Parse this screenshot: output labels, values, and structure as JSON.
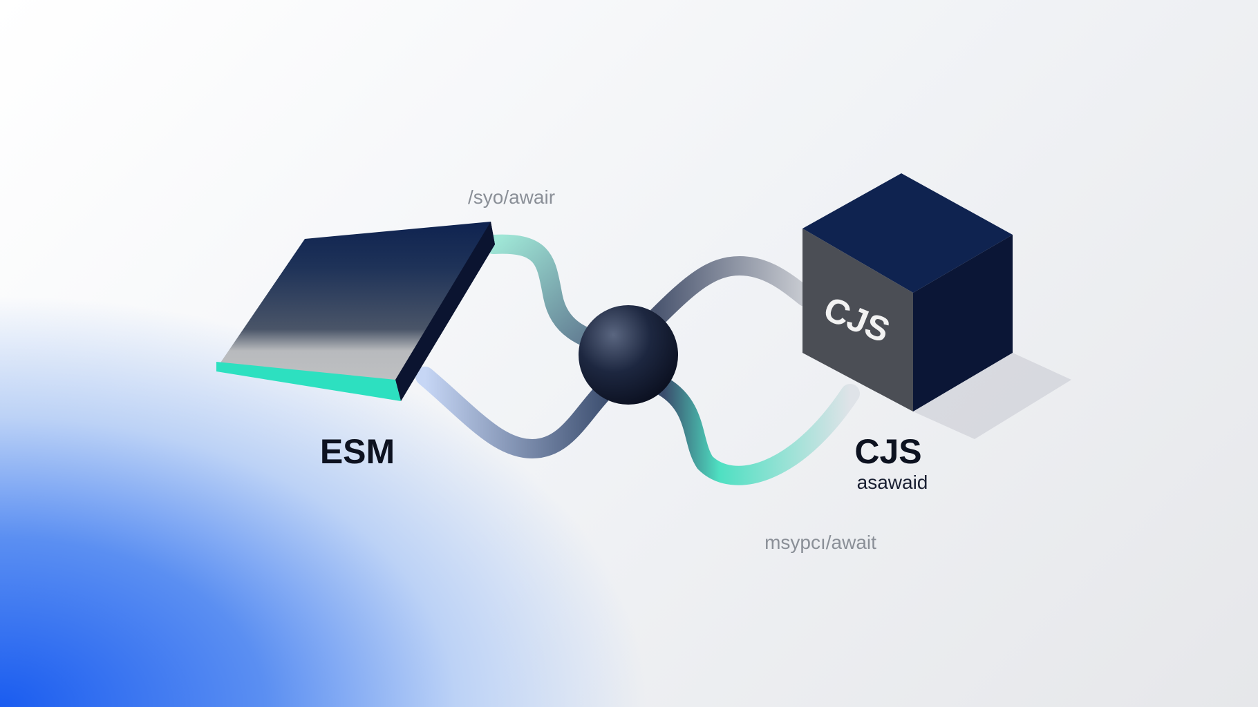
{
  "labels": {
    "top_caption": "/syo/awair",
    "esm": "ESM",
    "cjs": "CJS",
    "cjs_sub": "asawaid",
    "bottom_caption": "msypcı/await",
    "cube_face": "CJS"
  },
  "colors": {
    "navy": "#0f2350",
    "teal": "#2de0c0",
    "blue": "#1a5cf0"
  }
}
